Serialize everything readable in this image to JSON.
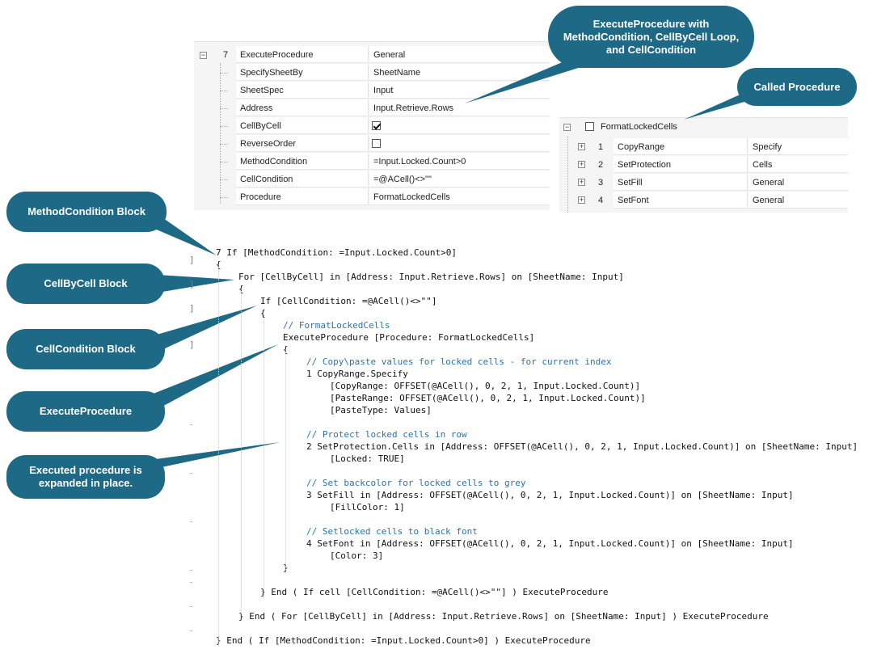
{
  "grid": {
    "header": {
      "num": "7",
      "name": "ExecuteProcedure",
      "type": "General"
    },
    "rows": [
      {
        "prop": "SpecifySheetBy",
        "value": "SheetName"
      },
      {
        "prop": "SheetSpec",
        "value": "Input"
      },
      {
        "prop": "Address",
        "value": "Input.Retrieve.Rows"
      },
      {
        "prop": "CellByCell",
        "value": "",
        "checkbox": true,
        "checked": true
      },
      {
        "prop": "ReverseOrder",
        "value": "",
        "checkbox": true,
        "checked": false
      },
      {
        "prop": "MethodCondition",
        "value": "=Input.Locked.Count>0"
      },
      {
        "prop": "CellCondition",
        "value": "=@ACell()<>\"\""
      },
      {
        "prop": "Procedure",
        "value": "FormatLockedCells"
      }
    ]
  },
  "called": {
    "title": "FormatLockedCells",
    "rows": [
      {
        "num": "1",
        "name": "CopyRange",
        "type": "Specify"
      },
      {
        "num": "2",
        "name": "SetProtection",
        "type": "Cells"
      },
      {
        "num": "3",
        "name": "SetFill",
        "type": "General"
      },
      {
        "num": "4",
        "name": "SetFont",
        "type": "General"
      }
    ]
  },
  "callouts": {
    "execute_with": "ExecuteProcedure with MethodCondition, CellByCell Loop, and CellCondition",
    "called_procedure": "Called Procedure",
    "method_condition_block": "MethodCondition Block",
    "cellbycell_block": "CellByCell Block",
    "cellcondition_block": "CellCondition Block",
    "execute_procedure": "ExecuteProcedure",
    "expanded": "Executed procedure is expanded in place."
  },
  "code": [
    {
      "t": "7 If [MethodCondition: =Input.Locked.Count>0]",
      "c": false
    },
    {
      "t": "{",
      "c": false
    },
    {
      "t": "For [CellByCell] in [Address: Input.Retrieve.Rows] on [SheetName: Input]",
      "c": false
    },
    {
      "t": "{",
      "c": false
    },
    {
      "t": "If [CellCondition: =@ACell()<>\"\"]",
      "c": false
    },
    {
      "t": "{",
      "c": false
    },
    {
      "t": "// FormatLockedCells",
      "c": true
    },
    {
      "t": "ExecuteProcedure [Procedure: FormatLockedCells]",
      "c": false
    },
    {
      "t": "{",
      "c": false
    },
    {
      "t": "// Copy\\paste values for locked cells - for current index",
      "c": true
    },
    {
      "t": "1 CopyRange.Specify",
      "c": false
    },
    {
      "t": "[CopyRange: OFFSET(@ACell(), 0, 2, 1, Input.Locked.Count)]",
      "c": false
    },
    {
      "t": "[PasteRange: OFFSET(@ACell(), 0, 2, 1, Input.Locked.Count)]",
      "c": false
    },
    {
      "t": "[PasteType: Values]",
      "c": false
    },
    {
      "t": "// Protect locked cells in row",
      "c": true
    },
    {
      "t": "2 SetProtection.Cells in [Address: OFFSET(@ACell(), 0, 2, 1, Input.Locked.Count)] on [SheetName: Input]",
      "c": false
    },
    {
      "t": "[Locked: TRUE]",
      "c": false
    },
    {
      "t": "// Set backcolor for locked cells to grey",
      "c": true
    },
    {
      "t": "3 SetFill in [Address: OFFSET(@ACell(), 0, 2, 1, Input.Locked.Count)] on [SheetName: Input]",
      "c": false
    },
    {
      "t": "[FillColor: 1]",
      "c": false
    },
    {
      "t": "// Setlocked cells to black font",
      "c": true
    },
    {
      "t": "4 SetFont in [Address: OFFSET(@ACell(), 0, 2, 1, Input.Locked.Count)] on [SheetName: Input]",
      "c": false
    },
    {
      "t": "[Color: 3]",
      "c": false
    },
    {
      "t": "}",
      "c": false
    },
    {
      "t": "} End ( If cell [CellCondition: =@ACell()<>\"\"] ) ExecuteProcedure",
      "c": false
    },
    {
      "t": "} End ( For [CellByCell] in [Address: Input.Retrieve.Rows] on [SheetName: Input] ) ExecuteProcedure",
      "c": false
    },
    {
      "t": "} End ( If [MethodCondition: =Input.Locked.Count>0] ) ExecuteProcedure",
      "c": false
    }
  ],
  "colors": {
    "callout": "#1e6a86",
    "comment": "#2a73a8"
  }
}
